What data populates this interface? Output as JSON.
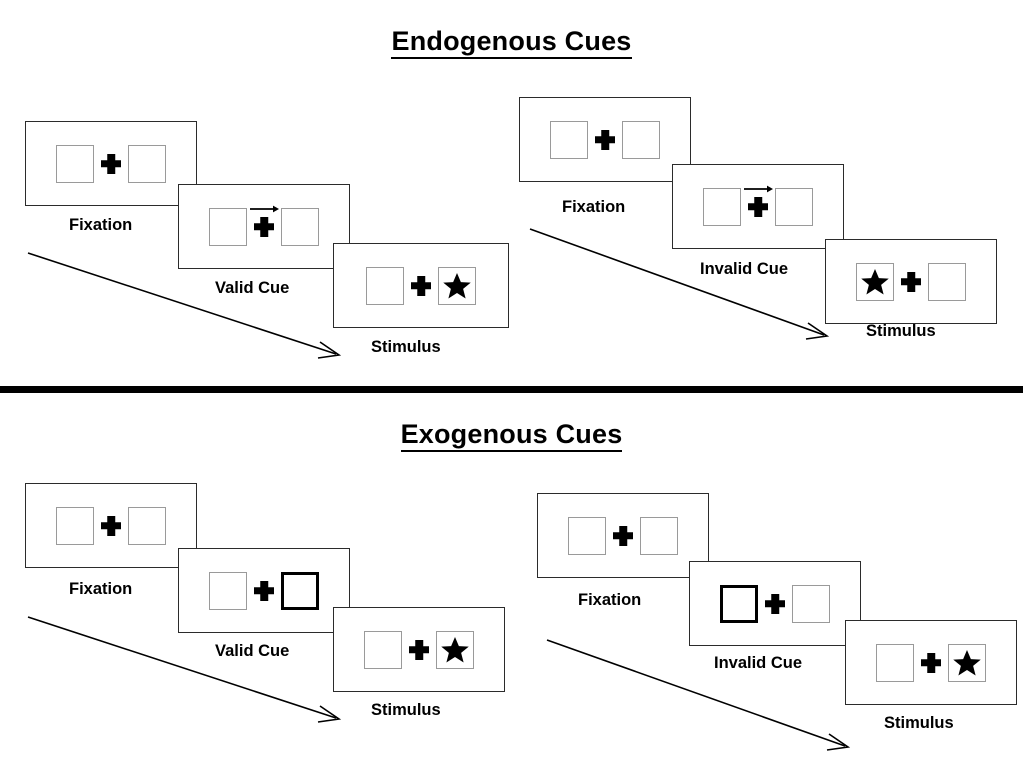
{
  "page": {
    "background": "#ffffff",
    "ink": "#000000",
    "box_border_color": "#9a9a9a",
    "cued_box_border_color": "#000000",
    "panel_border_color": "#2b2b2b",
    "star_color": "#000000"
  },
  "sections": [
    {
      "id": "endogenous",
      "title": "Endogenous Cues",
      "cue_type": "arrow",
      "conditions": [
        {
          "id": "endogenous-valid",
          "frames": [
            {
              "id": "endo-valid-fixation",
              "label": "Fixation",
              "left_box": "empty",
              "right_box": "empty",
              "cue": "none"
            },
            {
              "id": "endo-valid-cue",
              "label": "Valid Cue",
              "left_box": "empty",
              "right_box": "empty",
              "cue": "arrow-right"
            },
            {
              "id": "endo-valid-stimulus",
              "label": "Stimulus",
              "left_box": "empty",
              "right_box": "star",
              "cue": "none"
            }
          ]
        },
        {
          "id": "endogenous-invalid",
          "frames": [
            {
              "id": "endo-invalid-fixation",
              "label": "Fixation",
              "left_box": "empty",
              "right_box": "empty",
              "cue": "none"
            },
            {
              "id": "endo-invalid-cue",
              "label": "Invalid Cue",
              "left_box": "empty",
              "right_box": "empty",
              "cue": "arrow-right"
            },
            {
              "id": "endo-invalid-stimulus",
              "label": "Stimulus",
              "left_box": "star",
              "right_box": "empty",
              "cue": "none"
            }
          ]
        }
      ]
    },
    {
      "id": "exogenous",
      "title": "Exogenous Cues",
      "cue_type": "box-highlight",
      "conditions": [
        {
          "id": "exogenous-valid",
          "frames": [
            {
              "id": "exo-valid-fixation",
              "label": "Fixation",
              "left_box": "empty",
              "right_box": "empty",
              "cue": "none"
            },
            {
              "id": "exo-valid-cue",
              "label": "Valid Cue",
              "left_box": "empty",
              "right_box": "cued",
              "cue": "highlight-right"
            },
            {
              "id": "exo-valid-stimulus",
              "label": "Stimulus",
              "left_box": "empty",
              "right_box": "star",
              "cue": "none"
            }
          ]
        },
        {
          "id": "exogenous-invalid",
          "frames": [
            {
              "id": "exo-invalid-fixation",
              "label": "Fixation",
              "left_box": "empty",
              "right_box": "empty",
              "cue": "none"
            },
            {
              "id": "exo-invalid-cue",
              "label": "Invalid Cue",
              "left_box": "cued",
              "right_box": "empty",
              "cue": "highlight-left"
            },
            {
              "id": "exo-invalid-stimulus",
              "label": "Stimulus",
              "left_box": "empty",
              "right_box": "star",
              "cue": "none"
            }
          ]
        }
      ]
    }
  ],
  "icons": {
    "star": "star-icon",
    "plus": "fixation-cross-icon",
    "arrow_right": "arrow-right-icon",
    "time_flow": "time-flow-arrow-icon"
  },
  "labels": {
    "endo_valid_fixation": "Fixation",
    "endo_valid_cue": "Valid Cue",
    "endo_valid_stimulus": "Stimulus",
    "endo_invalid_fixation": "Fixation",
    "endo_invalid_cue": "Invalid Cue",
    "endo_invalid_stimulus": "Stimulus",
    "exo_valid_fixation": "Fixation",
    "exo_valid_cue": "Valid Cue",
    "exo_valid_stimulus": "Stimulus",
    "exo_invalid_fixation": "Fixation",
    "exo_invalid_cue": "Invalid Cue",
    "exo_invalid_stimulus": "Stimulus"
  },
  "titles": {
    "endogenous": "Endogenous Cues",
    "exogenous": "Exogenous Cues"
  }
}
